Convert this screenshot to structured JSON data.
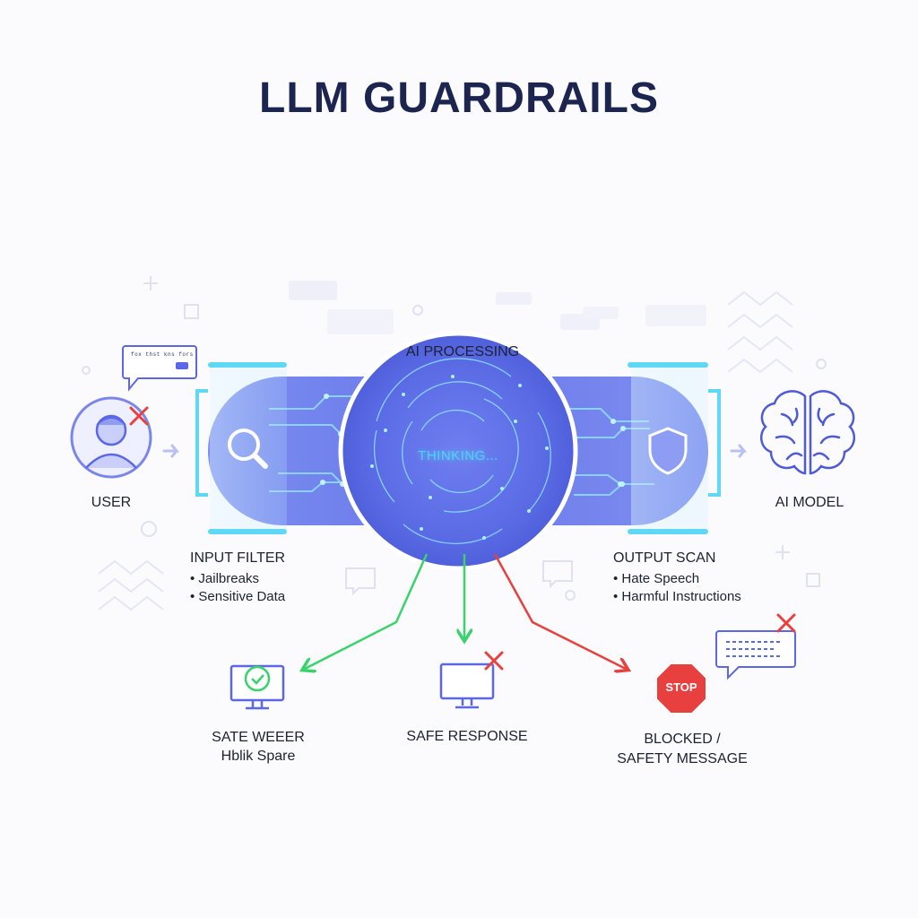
{
  "title": "LLM GUARDRAILS",
  "processing": {
    "label": "AI PROCESSING",
    "status": "THINKING..."
  },
  "user": {
    "label": "USER",
    "bubble_text": "fox thst kns fors"
  },
  "model": {
    "label": "AI MODEL"
  },
  "input_filter": {
    "title": "INPUT FILTER",
    "items": [
      "Jailbreaks",
      "Sensitive Data"
    ]
  },
  "output_scan": {
    "title": "OUTPUT SCAN",
    "items": [
      "Hate Speech",
      "Harmful Instructions"
    ]
  },
  "outcomes": [
    {
      "line1": "SATE WEEER",
      "line2": "Hblik Spare"
    },
    {
      "line1": "SAFE RESPONSE"
    },
    {
      "line1": "BLOCKED /",
      "line2": "SAFETY MESSAGE",
      "sign_text": "STOP"
    }
  ],
  "colors": {
    "title": "#1b2550",
    "accent_blue": "#5b67e6",
    "cyan": "#49d5f3",
    "allow_green": "#39d36b",
    "block_red": "#e8403e"
  },
  "icons": [
    "user-icon",
    "magnifier-icon",
    "shield-icon",
    "brain-icon",
    "monitor-check-icon",
    "monitor-x-icon",
    "stop-sign-icon",
    "chat-bubble-icon"
  ]
}
